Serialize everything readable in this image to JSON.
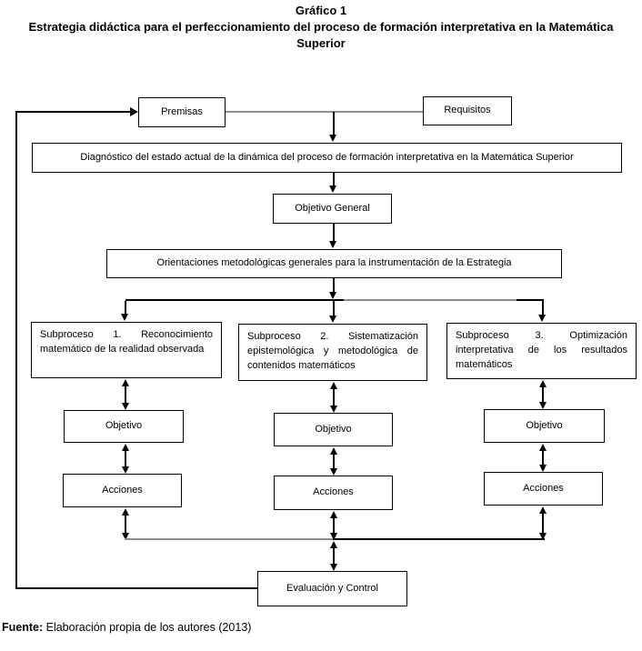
{
  "title": {
    "line1": "Gráfico 1",
    "line2": "Estrategia didáctica para el perfeccionamiento del proceso de formación interpretativa en la Matemática Superior"
  },
  "diagram": {
    "premisas": "Premisas",
    "requisitos": "Requisitos",
    "diagnostico": "Diagnóstico del estado actual de la dinámica del proceso de formación interpretativa en la Matemática Superior",
    "objetivo_general": "Objetivo General",
    "orientaciones": "Orientaciones metodológicas generales para la instrumentación de la Estrategia",
    "subproceso1": "Subproceso 1. Reconocimiento matemático de la realidad observada",
    "subproceso2": "Subproceso 2. Sistematización epistemológica y metodológica de contenidos matemáticos",
    "subproceso3": "Subproceso 3. Optimización interpretativa de los resultados matemáticos",
    "objetivo": "Objetivo",
    "acciones": "Acciones",
    "evaluacion": "Evaluación y Control"
  },
  "footer": {
    "label": "Fuente:",
    "text": " Elaboración propia de los autores (2013)"
  },
  "colors": {
    "line_black": "#000000",
    "line_gray": "#8d8d8d",
    "background": "#ffffff"
  }
}
